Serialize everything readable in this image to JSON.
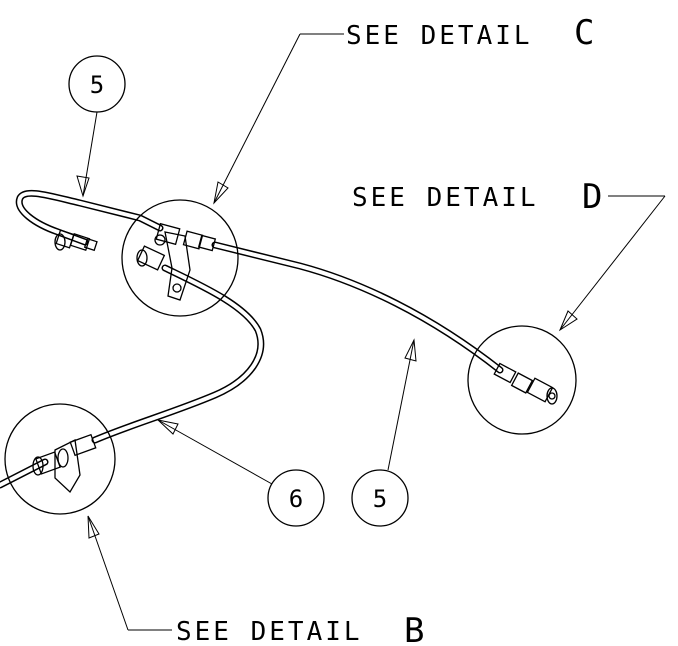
{
  "callouts": {
    "detail_c": {
      "text": "SEE DETAIL",
      "letter": "C"
    },
    "detail_d": {
      "text": "SEE DETAIL",
      "letter": "D"
    },
    "detail_b": {
      "text": "SEE DETAIL",
      "letter": "B"
    }
  },
  "balloons": {
    "top": "5",
    "six": "6",
    "bottom_five": "5"
  }
}
